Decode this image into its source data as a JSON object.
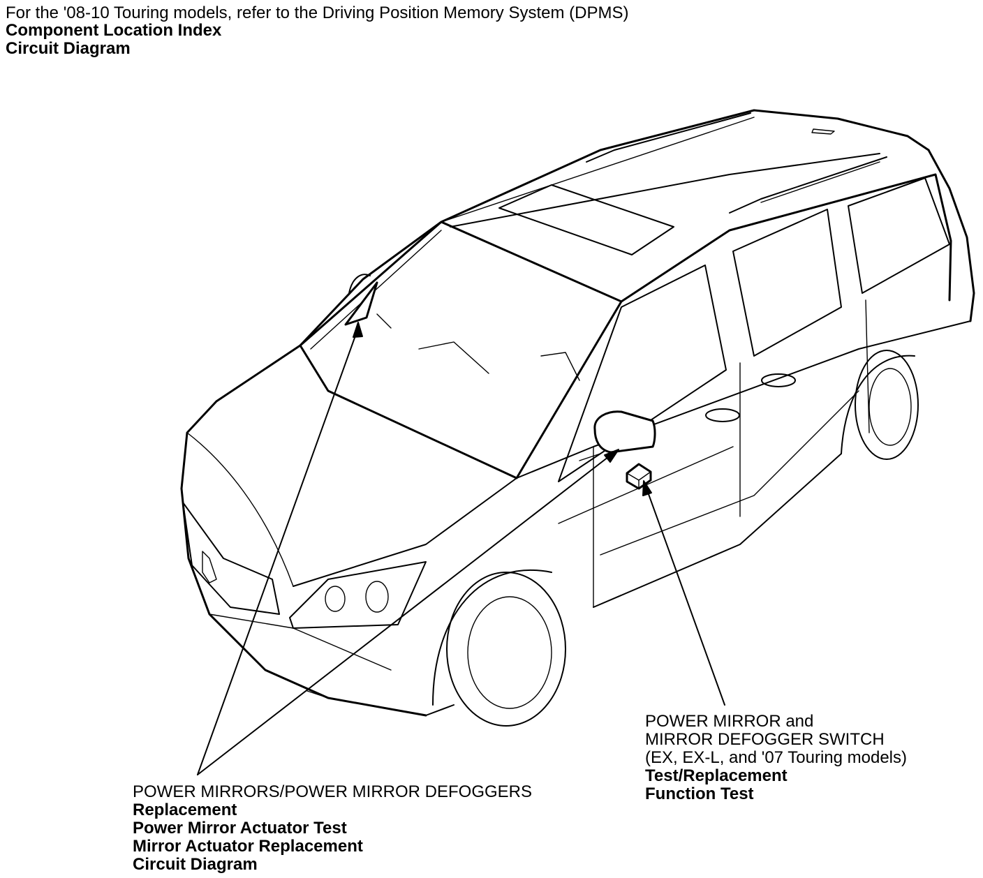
{
  "header": {
    "note": "For the '08-10 Touring models, refer to the Driving Position Memory System (DPMS)",
    "links": [
      "Component Location Index",
      "Circuit Diagram"
    ]
  },
  "callout_left": {
    "title": "POWER MIRRORS/POWER MIRROR DEFOGGERS",
    "links": [
      "Replacement",
      "Power Mirror Actuator Test",
      "Mirror Actuator Replacement",
      "Circuit Diagram"
    ]
  },
  "callout_right": {
    "title_lines": [
      "POWER MIRROR and",
      "MIRROR DEFOGGER SWITCH",
      "(EX, EX-L, and '07 Touring models)"
    ],
    "links": [
      "Test/Replacement",
      "Function Test"
    ]
  }
}
